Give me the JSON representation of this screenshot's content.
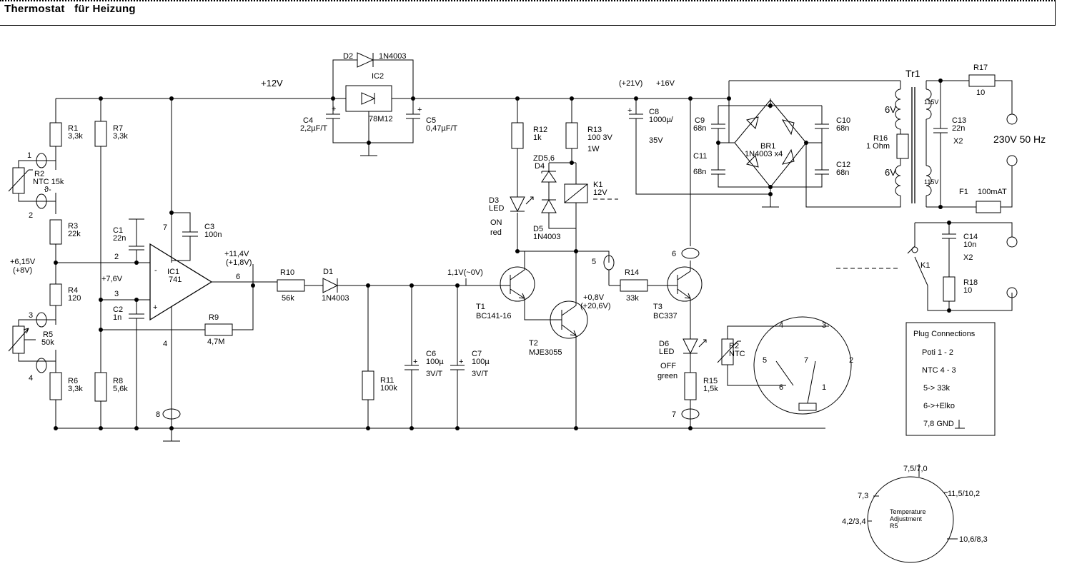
{
  "title": "Thermostat   für Heizung",
  "rails": {
    "v12": "+12V",
    "v21": "(+21V)",
    "v16": "+16V"
  },
  "mains": {
    "label": "230V 50 Hz",
    "tr": "Tr1",
    "r17": "R17",
    "r17v": "10",
    "f1": "F1",
    "f1v": "100mAT",
    "x2": "X2",
    "sec_v": "6V",
    "pri_v": "115V",
    "c13": "C13",
    "c13v": "22n",
    "r16": "R16",
    "r16v": "1 Ohm"
  },
  "bridge": {
    "name": "BR1",
    "value": "1N4003 x4",
    "c9": "C9",
    "c9v": "68n",
    "c10": "C10",
    "c10v": "68n",
    "c11": "C11",
    "c11v": "68n",
    "c12": "C12",
    "c12v": "68n",
    "c8": "C8",
    "c8v": "1000µ/",
    "c8v2": "35V"
  },
  "reg": {
    "d2": "D2",
    "d2v": "1N4003",
    "ic2": "IC2",
    "ic2v": "78M12",
    "c4": "C4",
    "c4v": "2,2µF/T",
    "c5": "C5",
    "c5v": "0,47µF/T"
  },
  "input": {
    "r1": "R1",
    "r1v": "3,3k",
    "r2": "R2",
    "r2v": "NTC 15k",
    "theta": "ϑ-",
    "r3": "R3",
    "r3v": "22k",
    "r4": "R4",
    "r4v": "120",
    "r5": "R5",
    "r5v": "50k",
    "r6": "R6",
    "r6v": "3,3k",
    "r7": "R7",
    "r7v": "3,3k",
    "r8": "R8",
    "r8v": "5,6k",
    "vin": "+6,15V",
    "vin2": "(+8V)",
    "vref": "+7,6V",
    "p1": "1",
    "p2": "2",
    "p3": "3",
    "p4": "4"
  },
  "opamp": {
    "name": "IC1",
    "value": "741",
    "c1": "C1",
    "c1v": "22n",
    "c2": "C2",
    "c2v": "1n",
    "c3": "C3",
    "c3v": "100n",
    "r9": "R9",
    "r9v": "4,7M",
    "pin7": "7",
    "pin2": "2",
    "pin3": "3",
    "pin4": "4",
    "pin6": "6",
    "minus": "-",
    "plus": "+",
    "vout": "+11,4V",
    "vout2": "(+1,8V)",
    "p8": "8"
  },
  "driver": {
    "r10": "R10",
    "r10v": "56k",
    "d1": "D1",
    "d1v": "1N4003",
    "r11": "R11",
    "r11v": "100k",
    "c6": "C6",
    "c6v": "100µ",
    "c6v2": "3V/T",
    "c7": "C7",
    "c7v": "100µ",
    "c7v2": "3V/T",
    "vb": "1,1V(~0V)",
    "t1": "T1",
    "t1v": "BC141-16",
    "t2": "T2",
    "t2v": "MJE3055",
    "ve": "+0,8V",
    "ve2": "(+20,6V)",
    "plus": "+"
  },
  "relay": {
    "r12": "R12",
    "r12v": "1k",
    "r13": "R13",
    "r13v": "100  3V",
    "r13w": "1W",
    "zd": "ZD5,6",
    "d4": "D4",
    "d5": "D5",
    "d5v": "1N4003",
    "k1": "K1",
    "k1v": "12V",
    "d3": "D3",
    "d3v": "LED",
    "d3s": "ON",
    "d3c": "red"
  },
  "out": {
    "r14": "R14",
    "r14v": "33k",
    "t3": "T3",
    "t3v": "BC337",
    "p5": "5",
    "p6": "6",
    "p7": "7",
    "d6": "D6",
    "d6v": "LED",
    "d6s": "OFF",
    "d6c": "green",
    "r15": "R15",
    "r15v": "1,5k",
    "r2": "R2",
    "ntc": "NTC"
  },
  "contact": {
    "k1": "K1",
    "c14": "C14",
    "c14v": "10n",
    "x2": "X2",
    "r18": "R18",
    "r18v": "10"
  },
  "plug": {
    "pins": [
      "4",
      "3",
      "5",
      "7",
      "2",
      "6",
      "1"
    ]
  },
  "legend": {
    "title": "Plug Connections",
    "items": [
      "Poti 1 - 2",
      "NTC 4 - 3",
      "5-> 33k",
      "6->+Elko",
      "7,8 GND"
    ]
  },
  "dial": {
    "center": "Temperature\nAdjustment\nR5",
    "marks": [
      "7,5/7,0",
      "7,3",
      "11,5/10,2",
      "4,2/3,4",
      "10,6/8,3"
    ]
  }
}
